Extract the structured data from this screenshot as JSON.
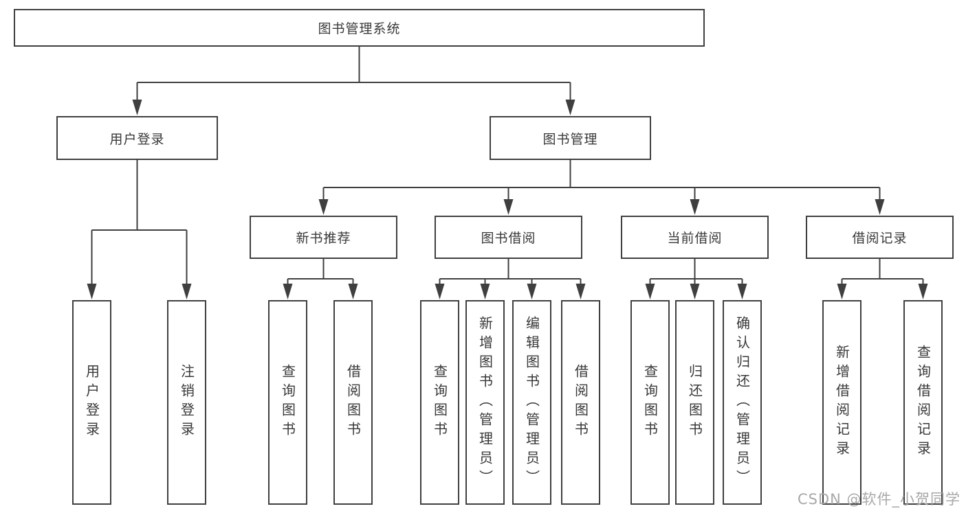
{
  "diagram": {
    "nodes": {
      "root": {
        "label": "图书管理系统"
      },
      "user_login": {
        "label": "用户登录"
      },
      "book_mgmt": {
        "label": "图书管理"
      },
      "new_book_rec": {
        "label": "新书推荐"
      },
      "book_borrow": {
        "label": "图书借阅"
      },
      "current_borrow": {
        "label": "当前借阅"
      },
      "borrow_records": {
        "label": "借阅记录"
      },
      "leaves": {
        "login": {
          "label": "用户登录"
        },
        "logout": {
          "label": "注销登录"
        },
        "rec_query": {
          "label": "查询图书"
        },
        "rec_borrow": {
          "label": "借阅图书"
        },
        "bb_query": {
          "label": "查询图书"
        },
        "bb_add": {
          "label": "新增图书（管理员）"
        },
        "bb_edit": {
          "label": "编辑图书（管理员）"
        },
        "bb_borrow": {
          "label": "借阅图书"
        },
        "cb_query": {
          "label": "查询图书"
        },
        "cb_return": {
          "label": "归还图书"
        },
        "cb_confirm": {
          "label": "确认归还（管理员）"
        },
        "br_add": {
          "label": "新增借阅记录"
        },
        "br_query": {
          "label": "查询借阅记录"
        }
      }
    },
    "colors": {
      "line": "#3f3f3f",
      "text": "#383838",
      "background": "#ffffff",
      "watermark_color": "#a8a8a8"
    },
    "watermark": "CSDN @软件_小贺同学"
  }
}
